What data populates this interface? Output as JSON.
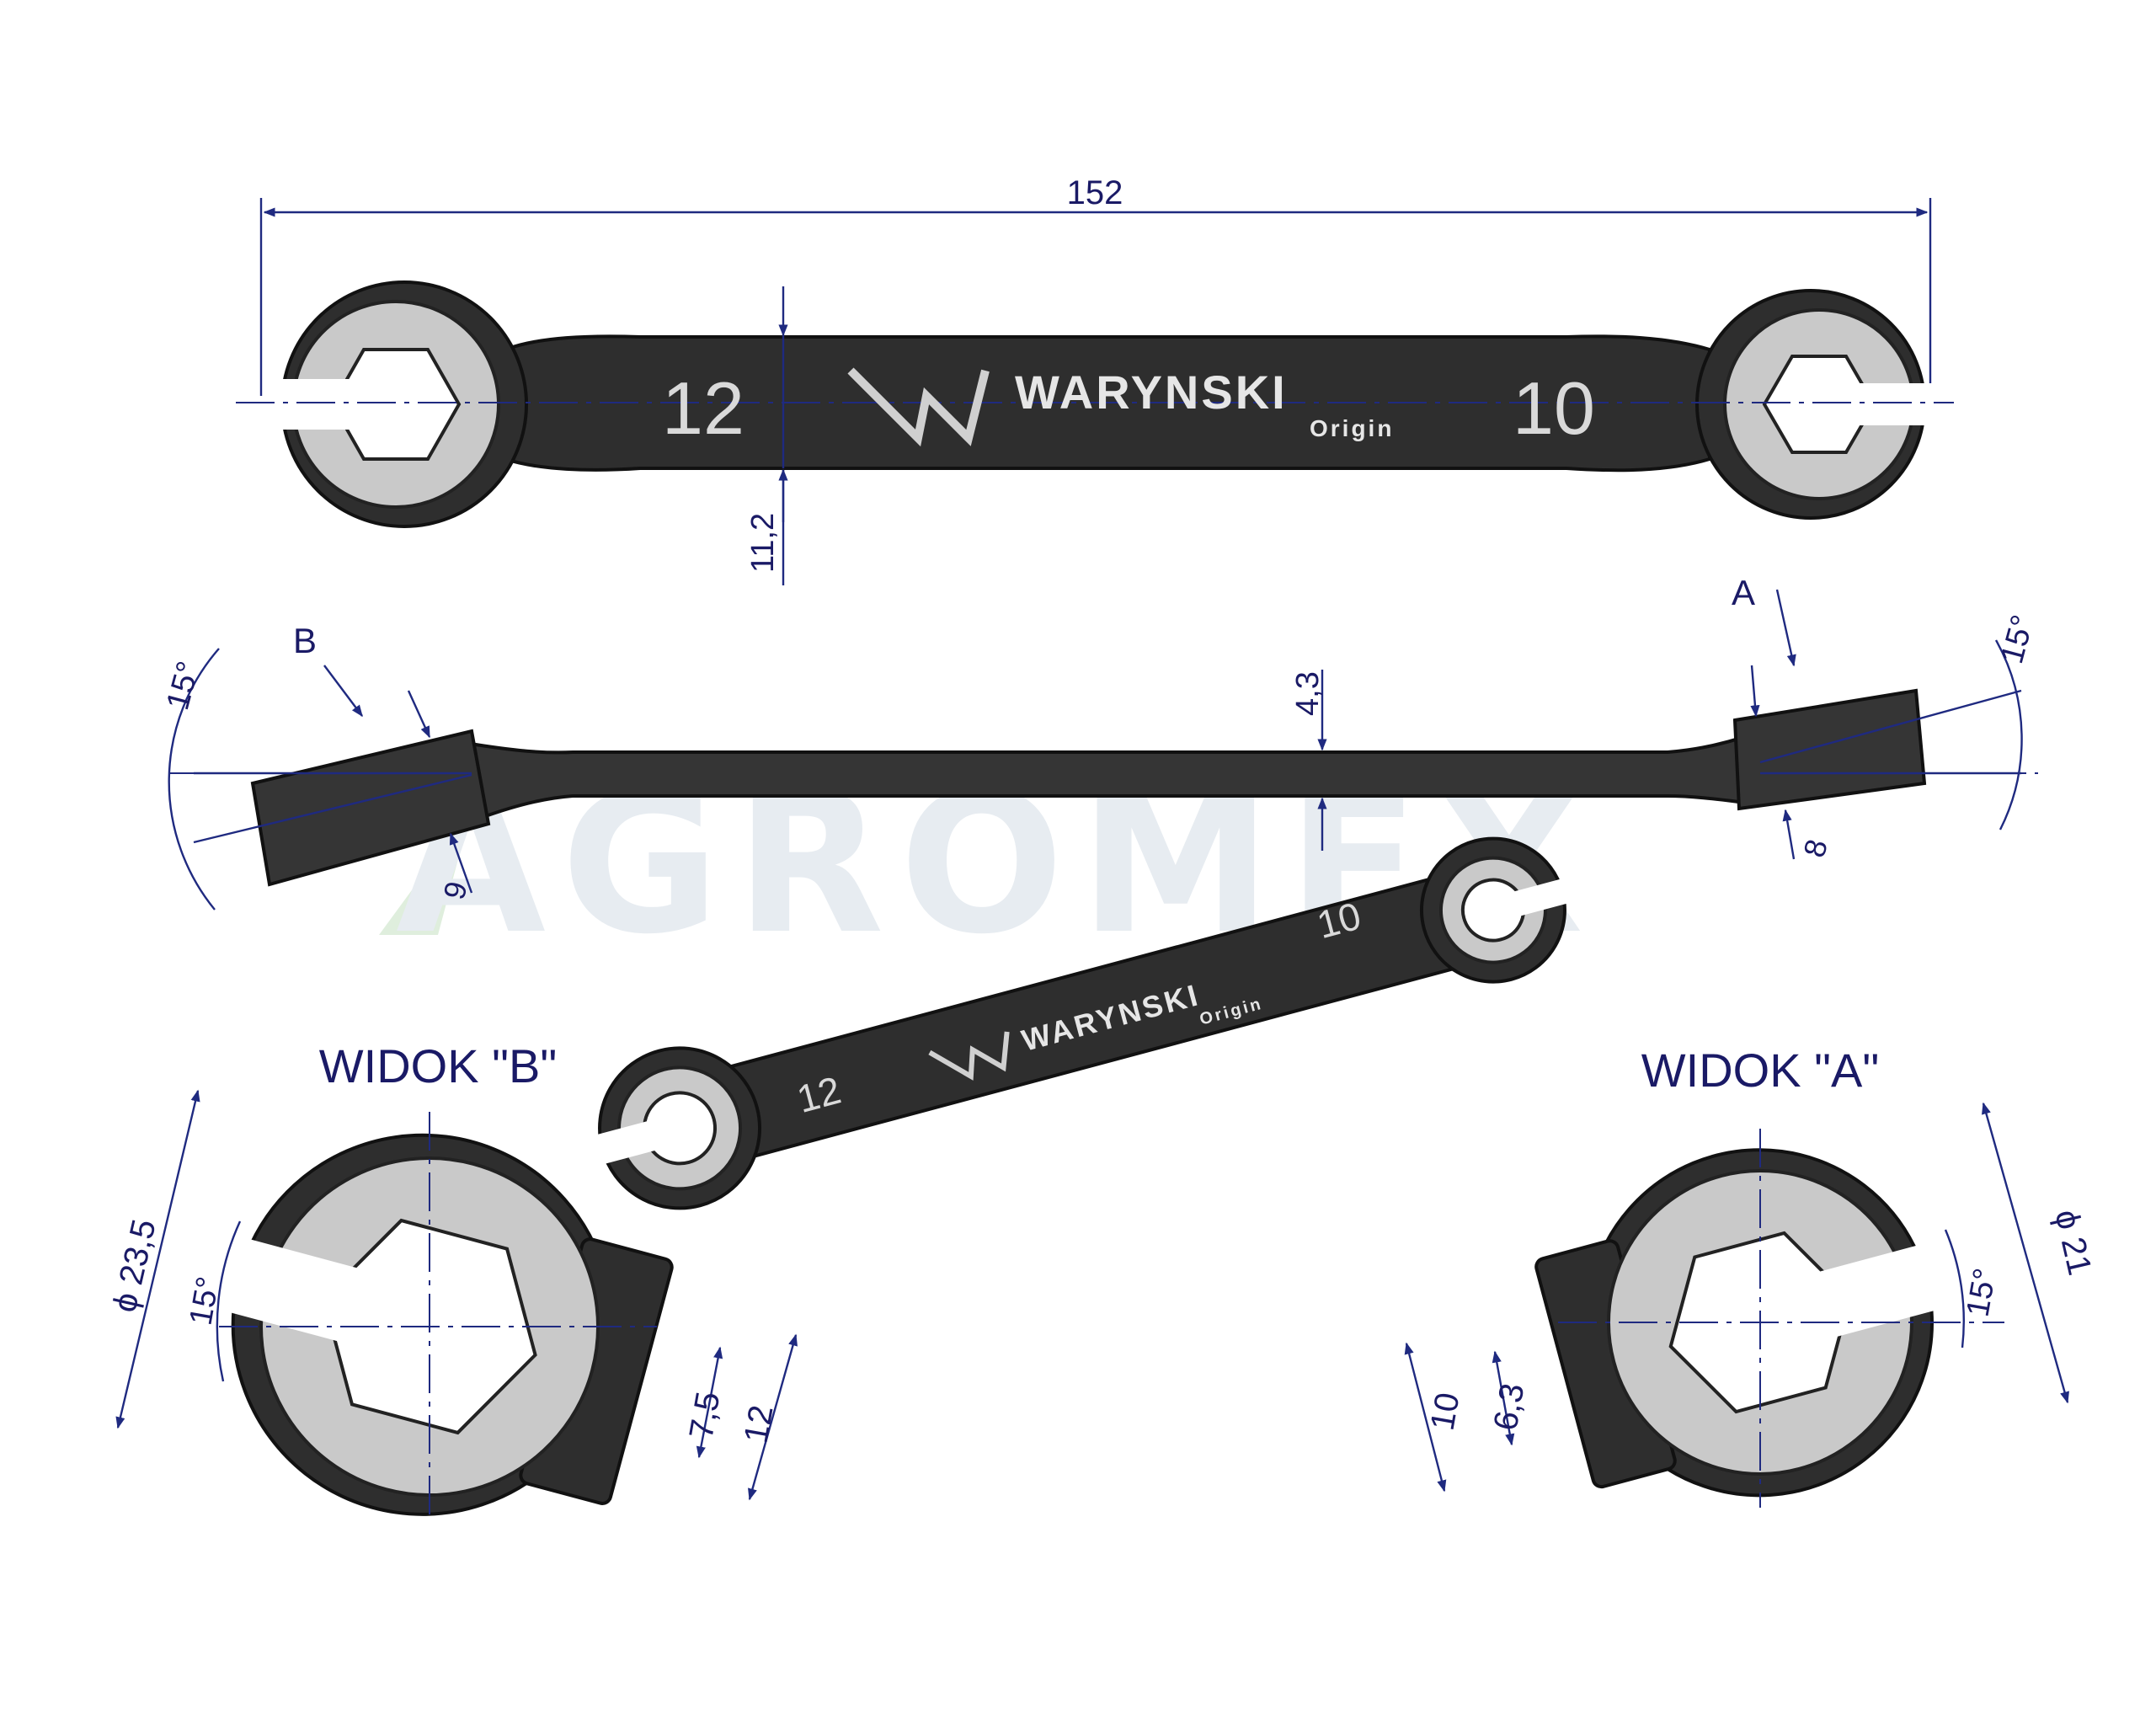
{
  "watermark": "AGROMEX",
  "top_view": {
    "length": "152",
    "handle_width": "11,2",
    "size_left": "12",
    "size_right": "10",
    "brand": "WARYNSKI",
    "brand_sub": "Origin"
  },
  "side_view": {
    "arrow_b": "B",
    "arrow_a": "A",
    "angle_left": "15°",
    "angle_right": "15°",
    "thickness": "4,3",
    "head_left": "9",
    "head_right": "8"
  },
  "perspective": {
    "size_left": "12",
    "size_right": "10",
    "brand": "WARYNSKI",
    "brand_sub": "Origin"
  },
  "view_b": {
    "title": "WIDOK \"B\"",
    "diameter": "ϕ 23,5",
    "angle": "15°",
    "opening": "7,5",
    "across_flats": "12"
  },
  "view_a": {
    "title": "WIDOK \"A\"",
    "diameter": "ϕ 21",
    "angle": "15°",
    "opening": "6,3",
    "across_flats": "10"
  },
  "colors": {
    "steel": "#2e2e2e",
    "face": "#c9c9c9",
    "dimension": "#1f2a80"
  }
}
